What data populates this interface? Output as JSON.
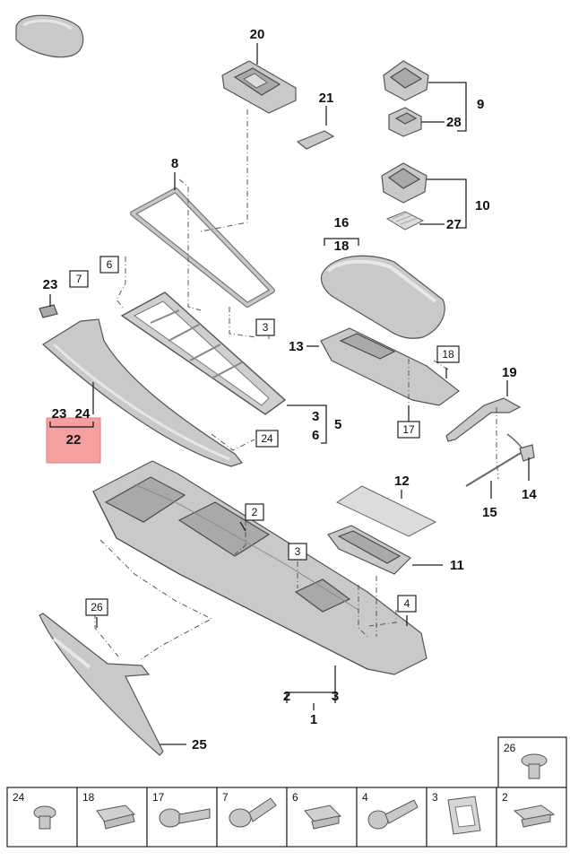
{
  "labels": {
    "p1": "1",
    "p2": "2",
    "p3": "3",
    "p5": "5",
    "p6": "6",
    "p8": "8",
    "p9": "9",
    "p10": "10",
    "p11": "11",
    "p12": "12",
    "p13": "13",
    "p14": "14",
    "p15": "15",
    "p16": "16",
    "p18": "18",
    "p19": "19",
    "p20": "20",
    "p21": "21",
    "p23": "23",
    "p24": "24",
    "p25": "25",
    "p27": "27",
    "p28": "28"
  },
  "boxed": {
    "b7": "7",
    "b6": "6",
    "b3a": "3",
    "b24": "24",
    "b18": "18",
    "b17": "17",
    "b2": "2",
    "b3b": "3",
    "b4": "4",
    "b26": "26"
  },
  "highlight": {
    "top_a": "23",
    "top_b": "24",
    "main": "22"
  },
  "fastener_table": {
    "cells": [
      "24",
      "18",
      "17",
      "7",
      "6",
      "4",
      "3",
      "2"
    ],
    "extra": "26"
  },
  "colors": {
    "highlight": "#f4a0a0",
    "part": "#c9c9c9"
  }
}
